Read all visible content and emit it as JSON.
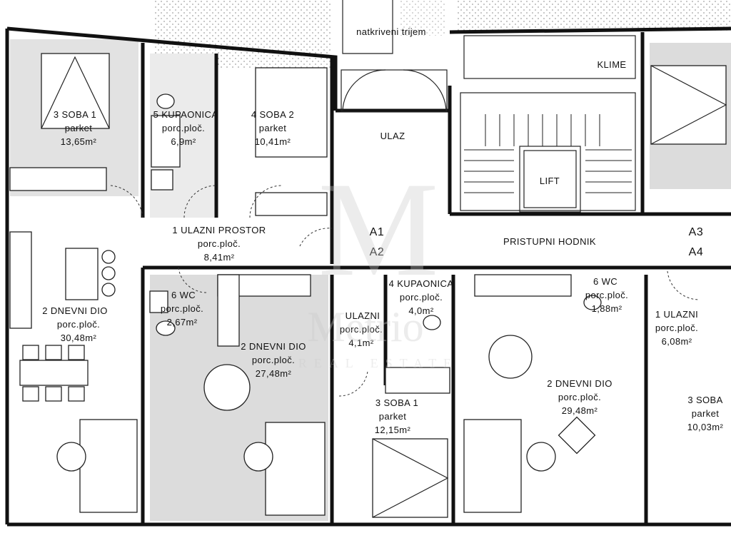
{
  "plan": {
    "labels": {
      "trijem": "natkriveni trijem",
      "klime": "KLIME",
      "ulaz": "ULAZ",
      "lift": "LIFT",
      "hodnik": "PRISTUPNI HODNIK",
      "a1": "A1",
      "a2": "A2",
      "a3": "A3",
      "a4": "A4"
    },
    "rooms": [
      {
        "name": "3 SOBA 1",
        "floor": "parket",
        "area": "13,65m²"
      },
      {
        "name": "5 KUPAONICA",
        "floor": "porc.ploč.",
        "area": "6,9m²"
      },
      {
        "name": "4 SOBA 2",
        "floor": "parket",
        "area": "10,41m²"
      },
      {
        "name": "1 ULAZNI PROSTOR",
        "floor": "porc.ploč.",
        "area": "8,41m²"
      },
      {
        "name": "2 DNEVNI DIO",
        "floor": "porc.ploč.",
        "area": "30,48m²"
      },
      {
        "name": "6 WC",
        "floor": "porc.ploč.",
        "area": "2,67m²"
      },
      {
        "name": "2 DNEVNI DIO",
        "floor": "porc.ploč.",
        "area": "27,48m²"
      },
      {
        "name": "4 KUPAONICA",
        "floor": "porc.ploč.",
        "area": "4,0m²"
      },
      {
        "name": "ULAZNI",
        "floor": "porc.ploč.",
        "area": "4,1m²"
      },
      {
        "name": "3 SOBA 1",
        "floor": "parket",
        "area": "12,15m²"
      },
      {
        "name": "6 WC",
        "floor": "porc.ploč.",
        "area": "1,88m²"
      },
      {
        "name": "1 ULAZNI",
        "floor": "porc.ploč.",
        "area": "6,08m²"
      },
      {
        "name": "2 DNEVNI DIO",
        "floor": "porc.ploč.",
        "area": "29,48m²"
      },
      {
        "name": "3 SOBA",
        "floor": "parket",
        "area": "10,03m²"
      }
    ],
    "watermark": {
      "monogram": "M",
      "name": "Metrio",
      "sub": "REAL ESTATE"
    }
  }
}
